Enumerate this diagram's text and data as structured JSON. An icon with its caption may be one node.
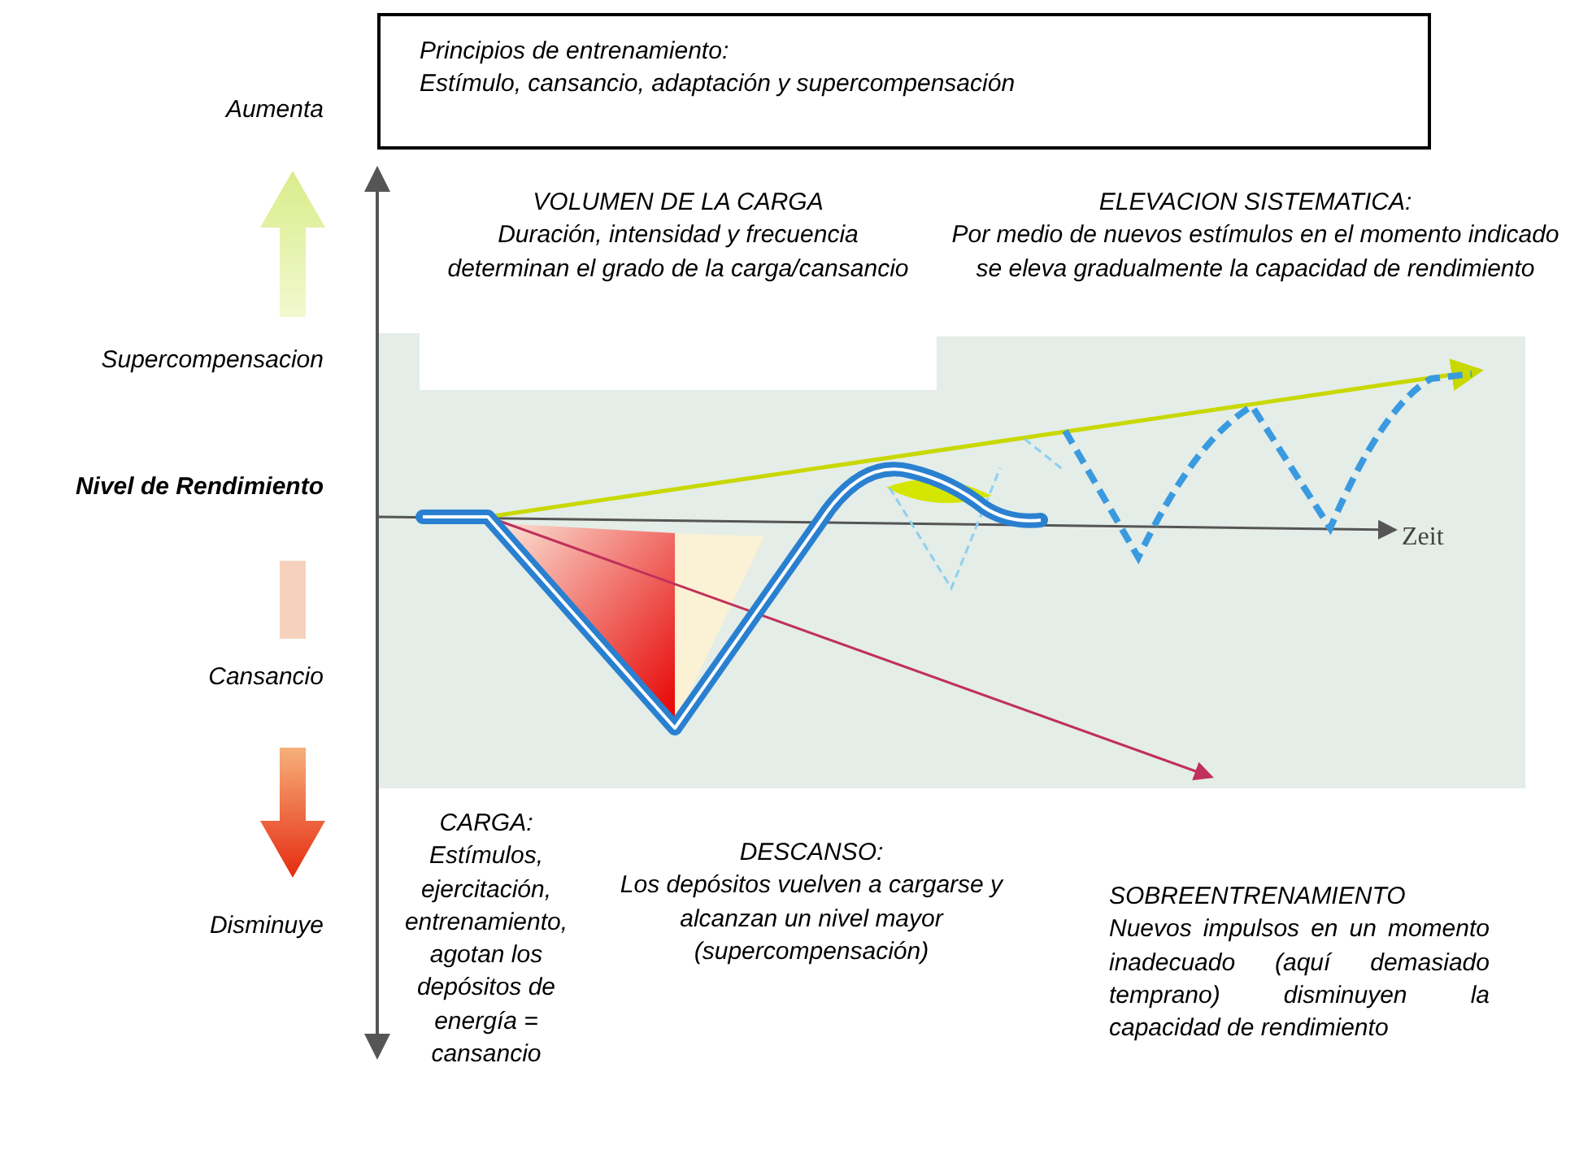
{
  "diagram": {
    "nodes": [
      {
        "text": [
          "Principios de entrenamiento:",
          "Estímulo, cansancio, adaptación y supercompensación"
        ]
      },
      {
        "text": [
          "VOLUMEN DE LA CARGA",
          "Duración, intensidad y frecuencia determinan el grado de la carga/cansancio"
        ]
      },
      {
        "text": [
          "ELEVACION SISTEMATICA:",
          "Por medio de nuevos estímulos en el momento indicado se eleva gradualmente la capacidad de rendimiento"
        ]
      },
      {
        "text": [
          "CARGA:",
          "Estímulos, ejercitación, entrenamiento, agotan los depósitos de energía = cansancio"
        ]
      },
      {
        "text": [
          "DESCANSO:",
          "Los depósitos vuelven a cargarse y alcanzan un nivel mayor (supercompensación)"
        ]
      },
      {
        "text": [
          "SOBREENTRENAMIENTO",
          "Nuevos impulsos en un momento inadecuado (aquí demasiado temprano) disminuyen la capacidad de rendimiento"
        ]
      }
    ],
    "labels": [
      "Aumenta",
      "Supercompensacion",
      "Nivel de Rendimiento",
      "Cansancio",
      "Disminuye",
      "Zeit"
    ]
  }
}
